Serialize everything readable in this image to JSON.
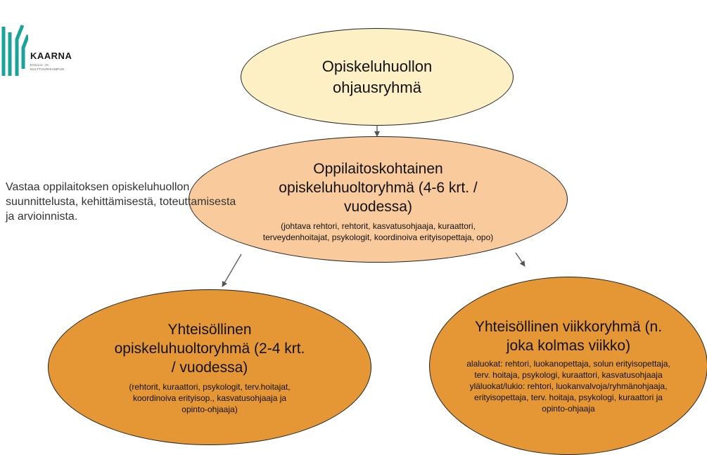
{
  "logo": {
    "name": "KAARNA",
    "subtitle_line1": "KOULU- JA",
    "subtitle_line2": "KULTTUURIKAMPUS",
    "color": "#1aa39a",
    "icon": "kaarna-logo-icon"
  },
  "nodes": {
    "steering": {
      "title": "Opiskeluhuollon ohjausryhmä",
      "fill": "#fdf0c5"
    },
    "institution": {
      "title": "Oppilaitoskohtainen opiskeluhuoltoryhmä (4-6 krt. / vuodessa)",
      "members": "(johtava rehtori, rehtorit, kasvatusohjaaja, kuraattori, terveydenhoitajat, psykologit, koordinoiva erityisopettaja, opo)",
      "fill": "#f9cb9c"
    },
    "communal": {
      "title": "Yhteisöllinen opiskeluhuoltoryhmä (2-4 krt. / vuodessa)",
      "members": "(rehtorit, kuraattori, psykologit, terv.hoitajat, koordinoiva erityisop., kasvatusohjaaja ja opinto-ohjaaja)",
      "fill": "#e59736"
    },
    "weekly": {
      "title": "Yhteisöllinen viikkoryhmä (n. joka kolmas viikko)",
      "members": "alaluokat: rehtori, luokanopettaja, solun erityisopettaja, terv. hoitaja, psykologi, kuraattori, kasvatusohjaaja yläluokat/lukio: rehtori, luokanvalvoja/ryhmänohjaaja, erityisopettaja, terv. hoitaja, psykologi, kuraattori ja opinto-ohjaaja",
      "fill": "#e59736"
    }
  },
  "side_note": "Vastaa oppilaitoksen opiskeluhuollon suunnittelusta, kehittämisestä, toteuttamisesta ja arvioinnista."
}
